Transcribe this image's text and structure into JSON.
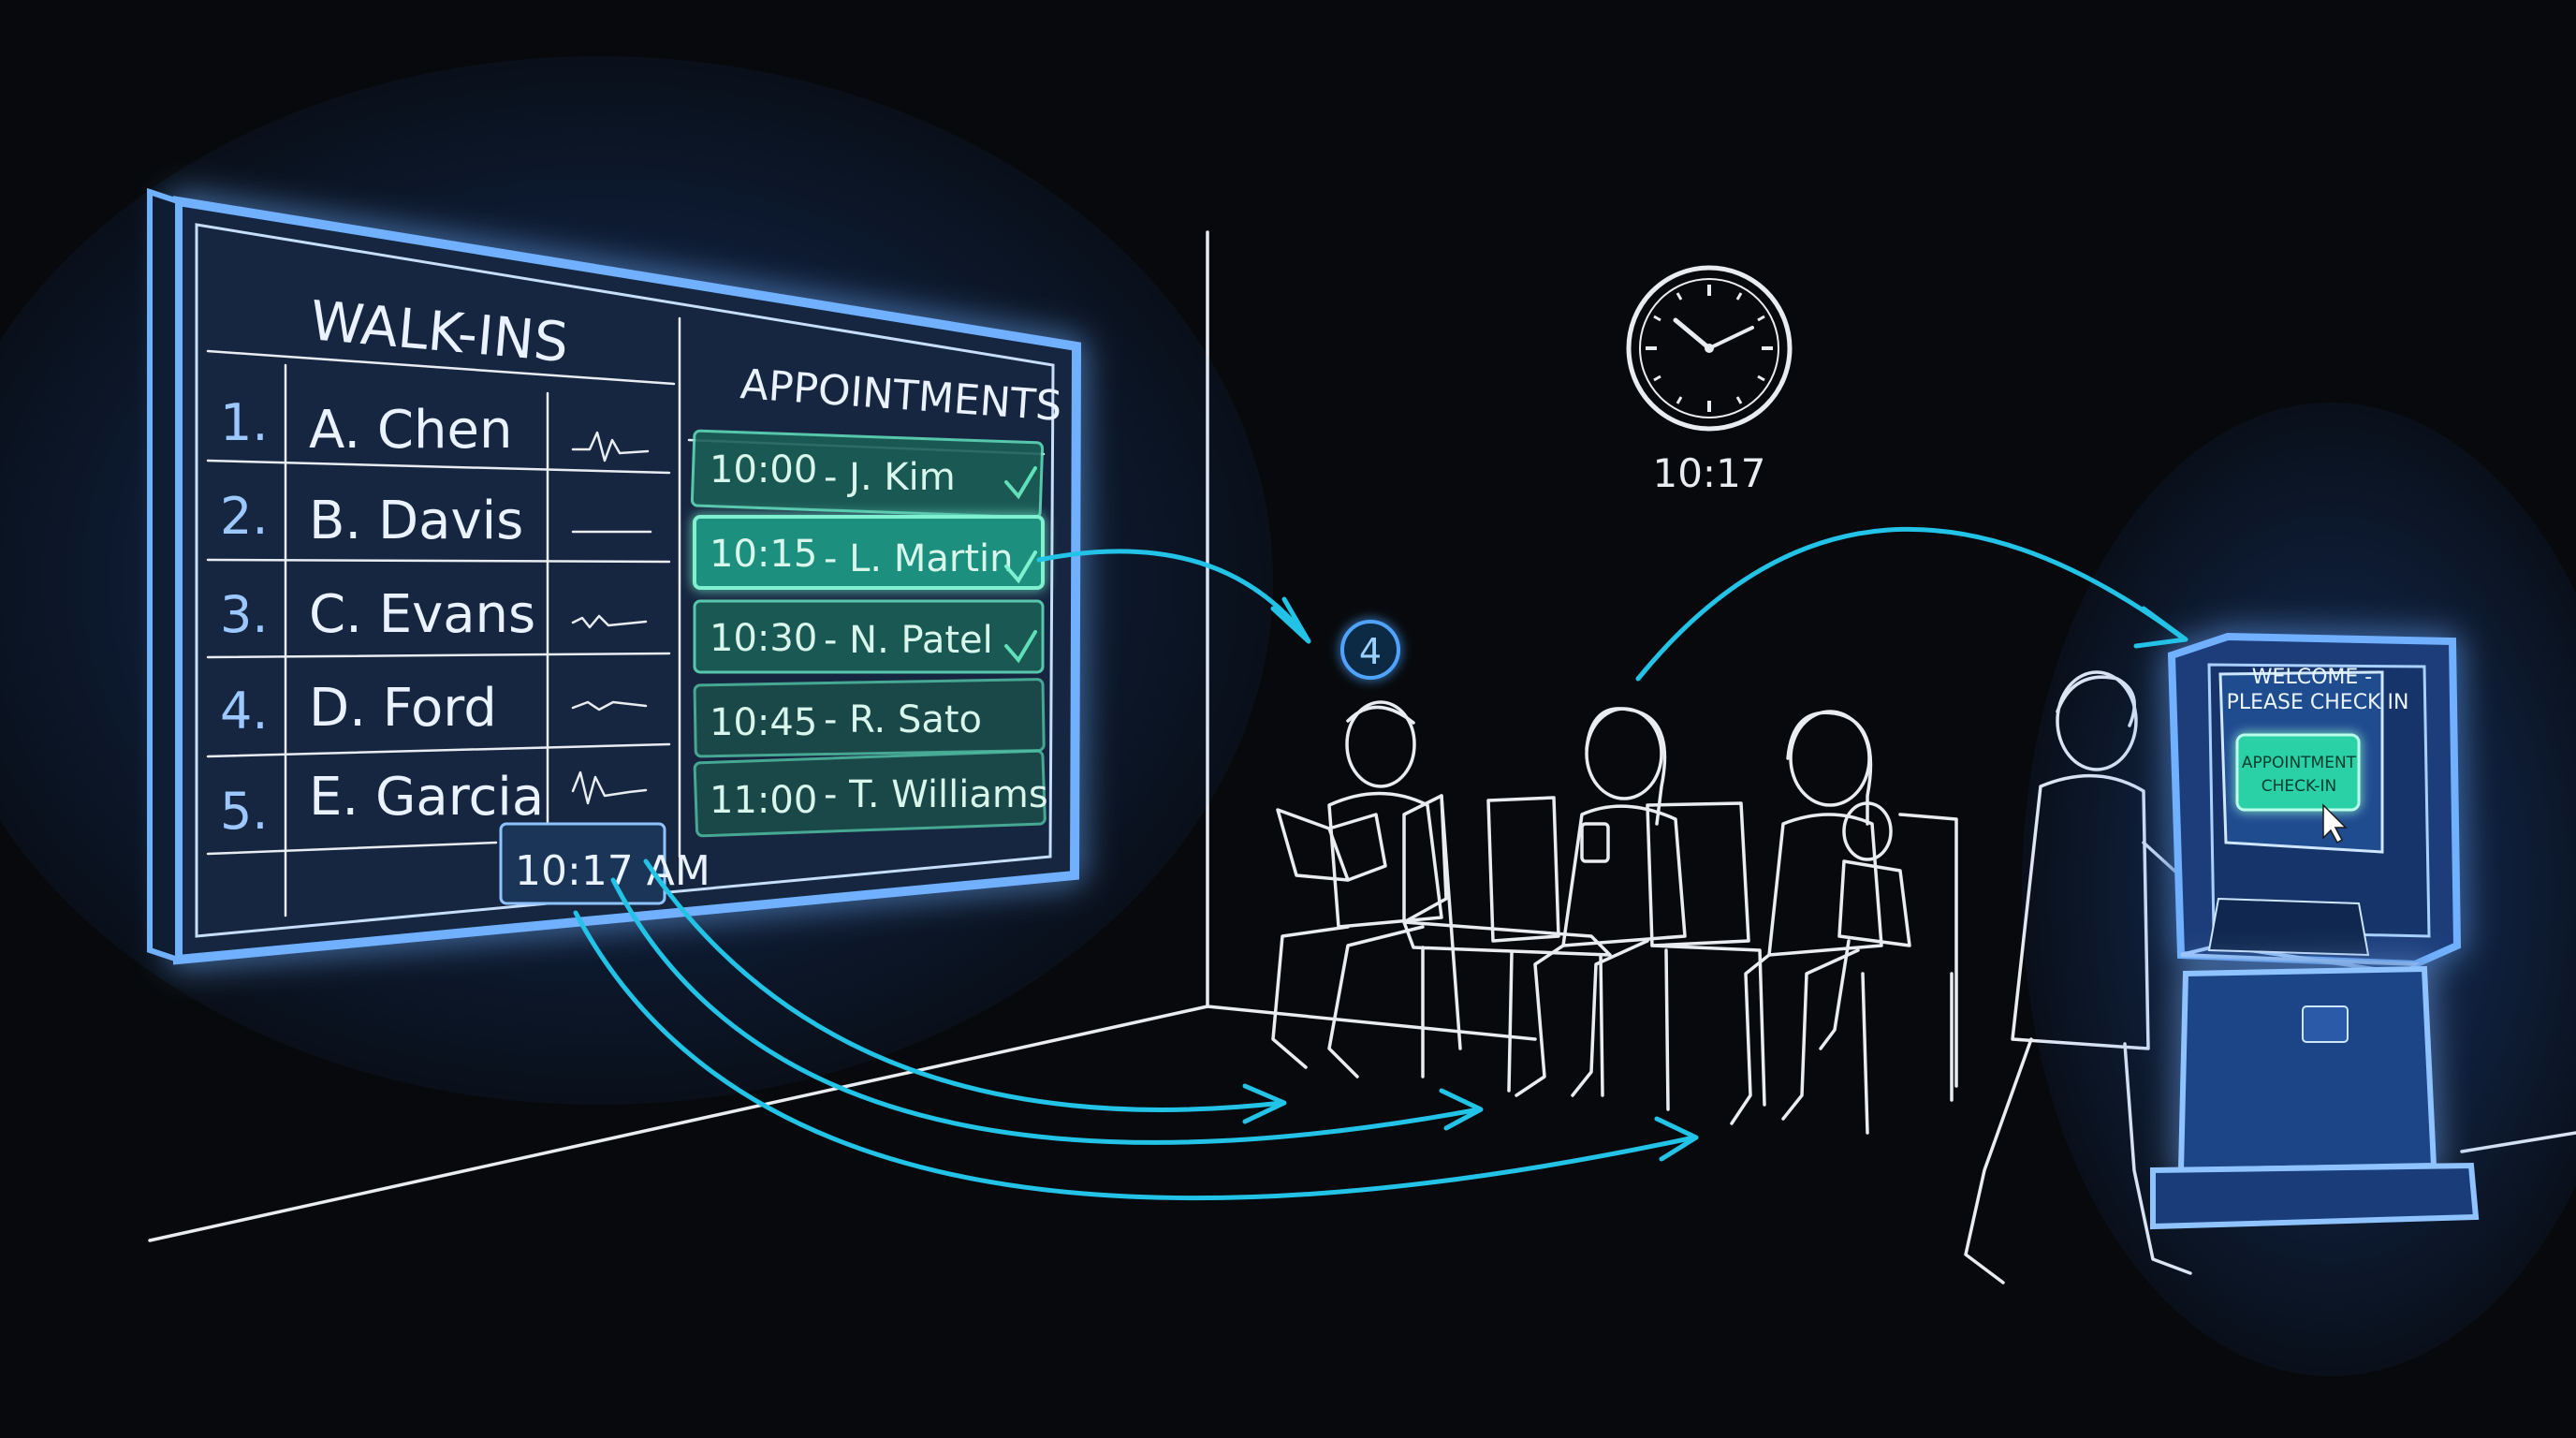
{
  "board": {
    "walkins_title": "WALK-INS",
    "appointments_title": "APPOINTMENTS",
    "walkins": [
      {
        "num": "1.",
        "name": "A. Chen"
      },
      {
        "num": "2.",
        "name": "B. Davis"
      },
      {
        "num": "3.",
        "name": "C. Evans"
      },
      {
        "num": "4.",
        "name": "D. Ford"
      },
      {
        "num": "5.",
        "name": "E. Garcia"
      }
    ],
    "appointments": [
      {
        "time": "10:00",
        "name": "- J. Kim",
        "checked": true
      },
      {
        "time": "10:15",
        "name": "- L. Martin",
        "checked": true,
        "highlighted": true
      },
      {
        "time": "10:30",
        "name": "- N. Patel",
        "checked": true
      },
      {
        "time": "10:45",
        "name": "- R. Sato",
        "checked": false
      },
      {
        "time": "11:00",
        "name": "- T. Williams",
        "checked": false
      }
    ],
    "timestamp": "10:17 AM"
  },
  "clock": {
    "label": "10:17"
  },
  "waiting_badge": "4",
  "kiosk": {
    "welcome_line1": "WELCOME -",
    "welcome_line2": "PLEASE CHECK IN",
    "button_line1": "APPOINTMENT",
    "button_line2": "CHECK-IN"
  },
  "colors": {
    "background": "#07090c",
    "glow_blue": "#3b8cff",
    "arrow_cyan": "#22c3e6",
    "appointment_teal": "#1e9e86",
    "chalk_white": "#e9edf2"
  }
}
